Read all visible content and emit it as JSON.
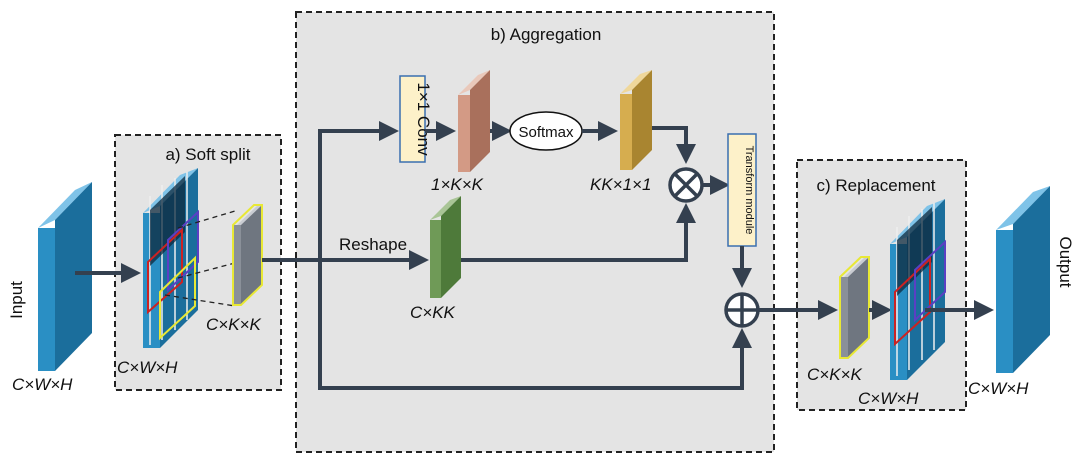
{
  "panels": {
    "soft_split": "a) Soft split",
    "aggregation": "b) Aggregation",
    "replacement": "c) Replacement"
  },
  "labels": {
    "input": "Input",
    "output": "Output",
    "input_dims": "C×W×H",
    "split_dims": "C×W×H",
    "patch_dims": "C×K×K",
    "conv": "1×1 Conv",
    "conv_out": "1×K×K",
    "softmax": "Softmax",
    "softmax_out": "KK×1×1",
    "reshape": "Reshape",
    "reshape_out": "C×KK",
    "transform": "Transform module",
    "replace_patch": "C×K×K",
    "replace_dims": "C×W×H",
    "output_dims": "C×W×H"
  },
  "colors": {
    "tensor_blue": "#2a8fc4",
    "conv_block": "#d39a85",
    "softmax_block": "#d6ad4f",
    "reshape_block": "#6f9a57",
    "patch_gray": "#8a9099",
    "patch_outline": "#e8e835",
    "panel_gray": "#e4e4e4",
    "arrow": "#34404f",
    "label_box": "#fdf1c9"
  },
  "icons": {
    "multiply": "circled-times-icon",
    "add": "circled-plus-icon"
  }
}
